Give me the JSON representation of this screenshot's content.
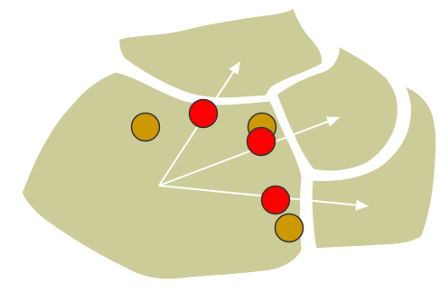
{
  "colors": {
    "background": "#ffffff",
    "region_fill": "#cccc99",
    "border": "#ffffff",
    "arrow": "#ffffff",
    "red_marker": "#ff0000",
    "gold_marker": "#cc9900",
    "marker_stroke": "#333333"
  },
  "regions": [
    {
      "name": "region-west"
    },
    {
      "name": "region-north"
    },
    {
      "name": "region-east-upper"
    },
    {
      "name": "region-east-lower"
    }
  ],
  "arrows": [
    {
      "name": "arrow-to-north"
    },
    {
      "name": "arrow-to-east-upper"
    },
    {
      "name": "arrow-to-east-lower"
    }
  ],
  "markers": [
    {
      "name": "gold-marker",
      "color": "gold"
    },
    {
      "name": "red-marker",
      "color": "red"
    },
    {
      "name": "gold-marker",
      "color": "gold"
    },
    {
      "name": "red-marker",
      "color": "red"
    },
    {
      "name": "red-marker",
      "color": "red"
    },
    {
      "name": "gold-marker",
      "color": "gold"
    }
  ]
}
